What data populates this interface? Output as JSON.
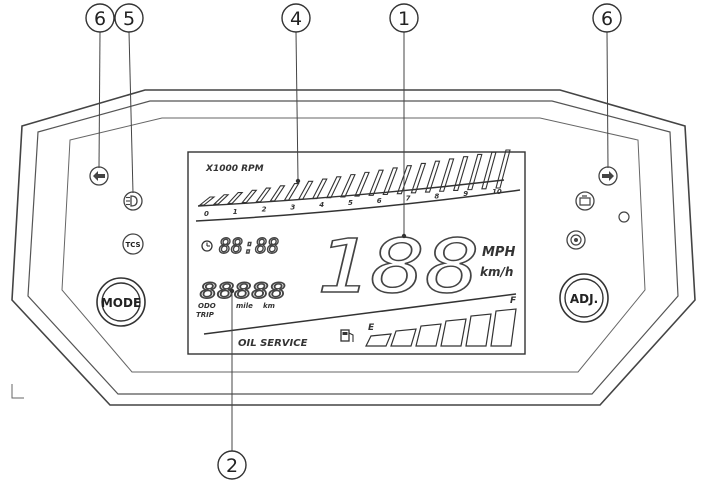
{
  "callouts": {
    "c1": "1",
    "c2": "2",
    "c4": "4",
    "c5": "5",
    "c6_left": "6",
    "c6_right": "6"
  },
  "lcd": {
    "rpm_label": "X1000 RPM",
    "rpm_scale": [
      "0",
      "1",
      "2",
      "3",
      "4",
      "5",
      "6",
      "7",
      "8",
      "9",
      "10"
    ],
    "clock": "88:88",
    "speed_digits": "188",
    "speed_unit_mph": "MPH",
    "speed_unit_kmh": "km/h",
    "odometer": "88888",
    "odo_label": "ODO",
    "trip_label": "TRIP",
    "mile_label": "mile",
    "km_label": "km",
    "oil_service": "OIL SERVICE",
    "fuel_full": "F",
    "fuel_empty": "E"
  },
  "buttons": {
    "mode": "MODE",
    "adj": "ADJ.",
    "tcs": "TCS"
  },
  "icons": {
    "left_turn": "turn-left-arrow",
    "right_turn": "turn-right-arrow",
    "high_beam": "high-beam",
    "clock": "clock",
    "fuel": "fuel-pump",
    "engine": "engine-check",
    "abs": "abs-warning"
  }
}
